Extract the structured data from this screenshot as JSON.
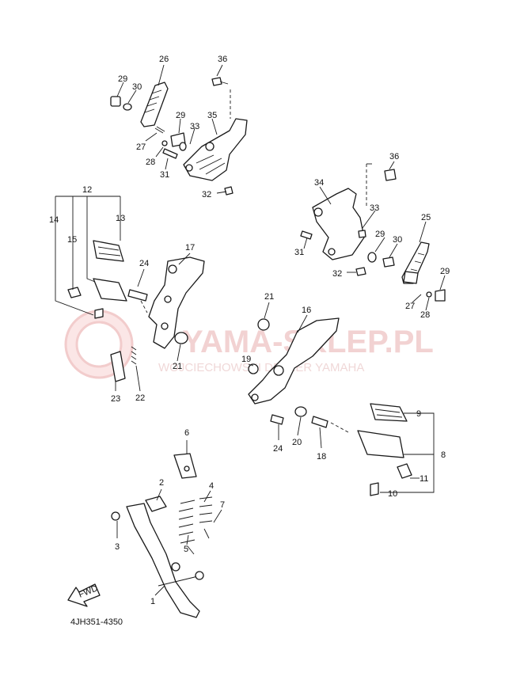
{
  "watermark": {
    "brand": "YAMA-SKLEP.PL",
    "tagline": "WOJCIECHOWSKI DEALER YAMAHA"
  },
  "diagram_code": "4JH351-4350",
  "fwd_label": "FWD",
  "callouts": {
    "n1": "1",
    "n2": "2",
    "n3": "3",
    "n4": "4",
    "n5": "5",
    "n6": "6",
    "n7": "7",
    "n8": "8",
    "n9": "9",
    "n10": "10",
    "n11": "11",
    "n12": "12",
    "n13": "13",
    "n14": "14",
    "n15": "15",
    "n16": "16",
    "n17": "17",
    "n18": "18",
    "n19": "19",
    "n20": "20",
    "n21a": "21",
    "n21b": "21",
    "n22": "22",
    "n23": "23",
    "n24a": "24",
    "n24b": "24",
    "n25": "25",
    "n26": "26",
    "n27a": "27",
    "n27b": "27",
    "n28a": "28",
    "n28b": "28",
    "n29a": "29",
    "n29b": "29",
    "n29c": "29",
    "n29d": "29",
    "n30a": "30",
    "n30b": "30",
    "n31a": "31",
    "n31b": "31",
    "n32a": "32",
    "n32b": "32",
    "n33a": "33",
    "n33b": "33",
    "n34": "34",
    "n35": "35",
    "n36a": "36",
    "n36b": "36"
  }
}
